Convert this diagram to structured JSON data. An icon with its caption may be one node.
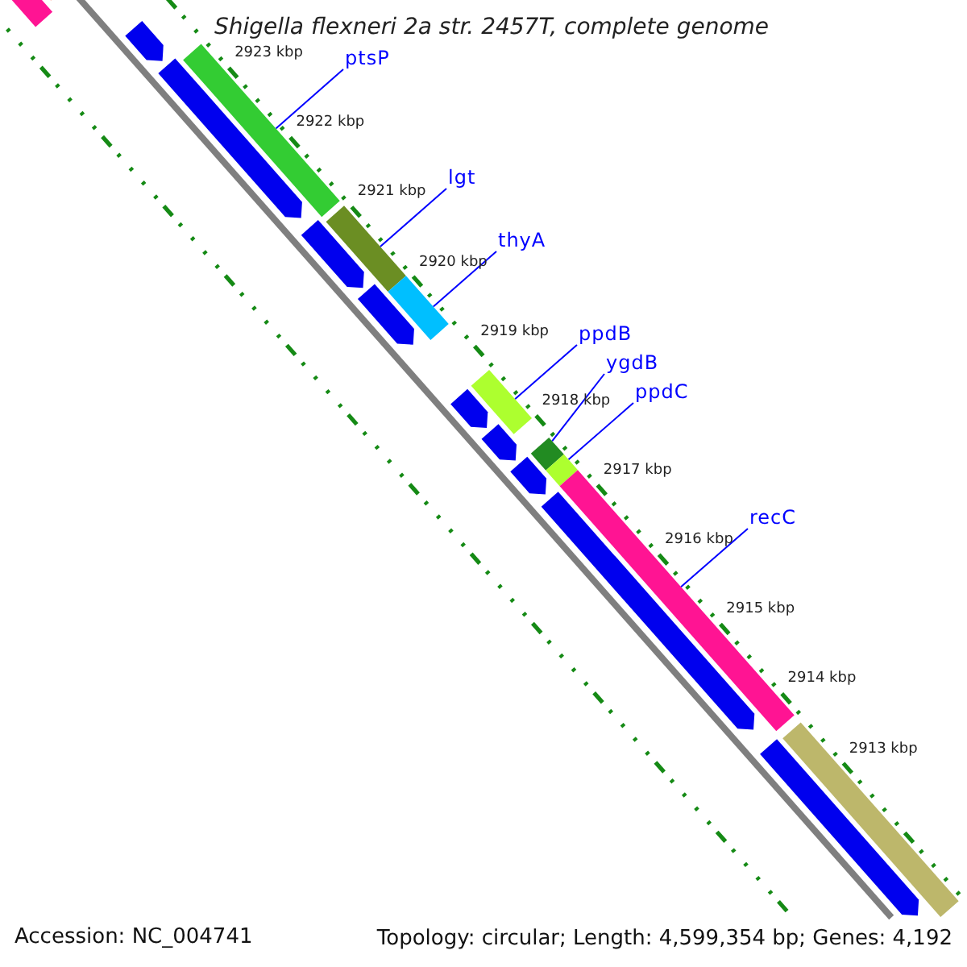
{
  "diagram": {
    "title": "Shigella flexneri 2a str. 2457T, complete genome",
    "nodes": [
      {
        "text": [
          "ptsP"
        ]
      },
      {
        "text": [
          "lgt"
        ]
      },
      {
        "text": [
          "thyA"
        ]
      },
      {
        "text": [
          "ppdB"
        ]
      },
      {
        "text": [
          "ygdB"
        ]
      },
      {
        "text": [
          "ppdC"
        ]
      },
      {
        "text": [
          "recC"
        ]
      },
      {
        "text": [],
        "shape": "bar"
      },
      {
        "text": [],
        "shape": "bar"
      },
      {
        "text": [],
        "shape": "bar"
      },
      {
        "text": [],
        "shape": "bar"
      },
      {
        "text": [],
        "shape": "bar"
      },
      {
        "text": [],
        "shape": "bar"
      },
      {
        "text": [],
        "shape": "bar"
      },
      {
        "text": [],
        "shape": "bar"
      },
      {
        "text": [],
        "shape": "bar"
      },
      {
        "text": [],
        "shape": "bar"
      },
      {
        "text": [],
        "shape": "bar"
      },
      {
        "text": [],
        "shape": "bar"
      },
      {
        "text": [],
        "shape": "bar"
      },
      {
        "text": [],
        "shape": "bar"
      },
      {
        "text": [],
        "shape": "bar"
      },
      {
        "text": [],
        "shape": "bar"
      },
      {
        "text": [],
        "shape": "bar"
      },
      {
        "text": [],
        "shape": "bar"
      },
      {
        "text": [],
        "shape": "bar"
      }
    ],
    "edges": [
      {
        "from": 0,
        "to": 7,
        "arrow": "none"
      },
      {
        "from": 1,
        "to": 8,
        "arrow": "none"
      },
      {
        "from": 2,
        "to": 9,
        "arrow": "none"
      },
      {
        "from": 3,
        "to": 10,
        "arrow": "none"
      },
      {
        "from": 4,
        "to": 11,
        "arrow": "none"
      },
      {
        "from": 5,
        "to": 12,
        "arrow": "none"
      },
      {
        "from": 6,
        "to": 13,
        "arrow": "none"
      }
    ],
    "labels": [
      "2923 kbp",
      "2922 kbp",
      "2921 kbp",
      "2920 kbp",
      "2919 kbp",
      "2918 kbp",
      "2917 kbp",
      "2916 kbp",
      "2915 kbp",
      "2914 kbp",
      "2913 kbp",
      "Accession: NC_004741",
      "Topology: circular; Length: 4,599,354 bp; Genes: 4,192"
    ]
  }
}
